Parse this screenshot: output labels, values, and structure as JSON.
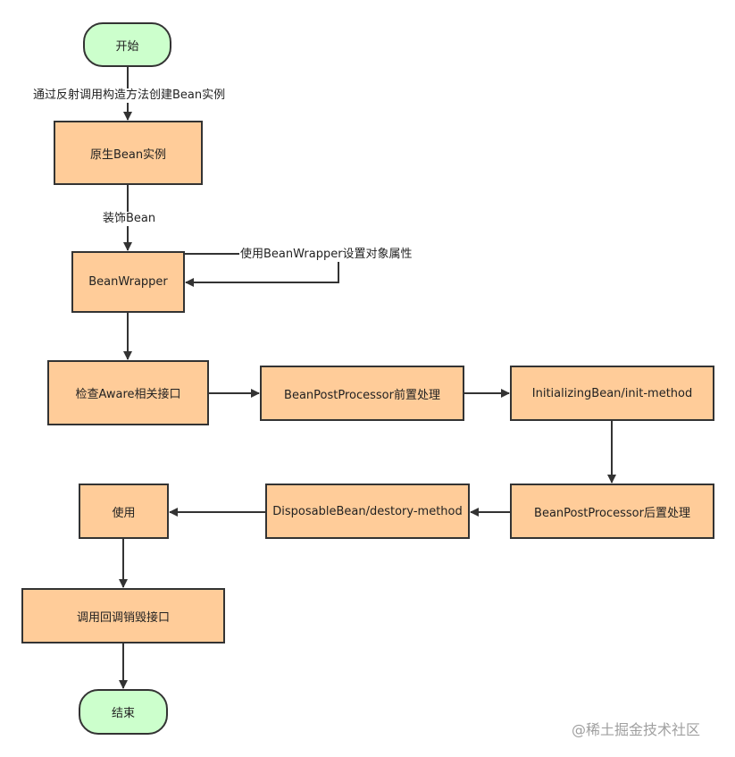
{
  "nodes": {
    "start": "开始",
    "raw_bean": "原生Bean实例",
    "bean_wrapper": "BeanWrapper",
    "check_aware": "检查Aware相关接口",
    "post_before": "BeanPostProcessor前置处理",
    "init_method": "InitializingBean/init-method",
    "post_after": "BeanPostProcessor后置处理",
    "disposable": "DisposableBean/destory-method",
    "use": "使用",
    "destroy_callback": "调用回调销毁接口",
    "end": "结束"
  },
  "edges": {
    "reflect_create": "通过反射调用构造方法创建Bean实例",
    "decorate": "装饰Bean",
    "set_props": "使用BeanWrapper设置对象属性"
  },
  "watermark": "@稀土掘金技术社区",
  "colors": {
    "process_fill": "#ffcc99",
    "terminal_fill": "#ccffcc",
    "stroke": "#333333"
  }
}
